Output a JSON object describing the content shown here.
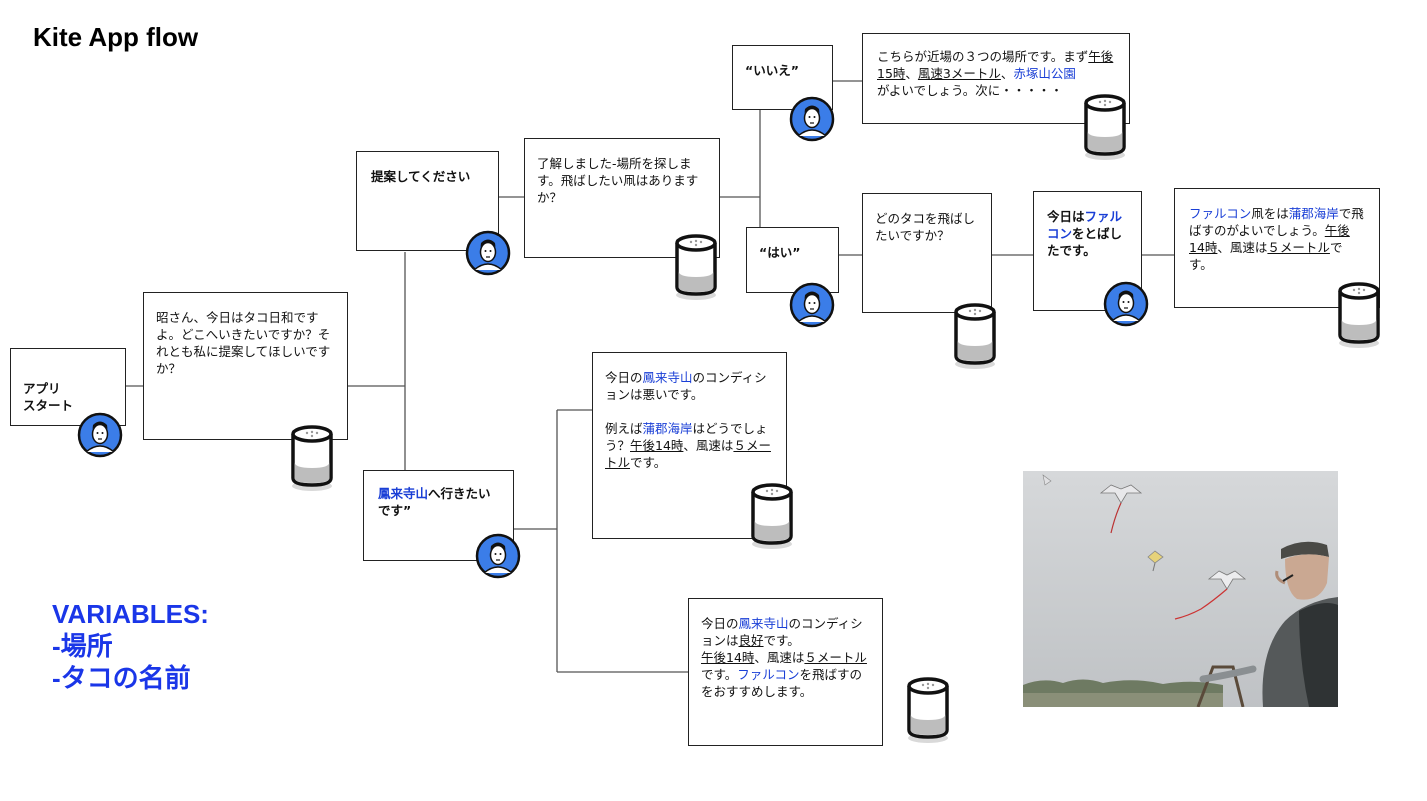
{
  "title": "Kite App flow",
  "variables": {
    "heading": "VARIABLES:",
    "items": [
      "-場所",
      "-タコの名前"
    ]
  },
  "nodes": {
    "app_start": {
      "text": "アプリ\nスタート"
    },
    "greeting": {
      "text": "昭さん、今日はタコ日和ですよ。どこへいきたいですか？それとも私に提案してほしいですか？"
    },
    "suggest": {
      "text": "提案してください"
    },
    "want_go": {
      "place": "鳳来寺山",
      "rest": "へ行きたいです”"
    },
    "searching": {
      "text": "了解しました-場所を探します。飛ばしたい凧はありますか？"
    },
    "no": {
      "text": "“いいえ”"
    },
    "nearby": {
      "pre": "こちらが近場の３つの場所です。まず",
      "time": "午後15時",
      "sep1": "、",
      "wind": "風速3メートル",
      "sep2": "、",
      "place": "赤塚山公園",
      "post": "がよいでしょう。次に・・・・・"
    },
    "yes": {
      "text": "“はい”"
    },
    "which_kite": {
      "text": "どのタコを飛ばしたいですか？"
    },
    "falcon": {
      "pre": "今日は",
      "kite": "ファルコン",
      "post": "をとばしたです。"
    },
    "recommend": {
      "kite": "ファルコン",
      "p1": "凧をは",
      "place": "蒲郡海岸",
      "p2": "で飛ばすのがよいでしょう。",
      "time": "午後14時",
      "p3": "、風速は",
      "wind": "５メートル",
      "p4": "です。"
    },
    "bad": {
      "p1": "今日の",
      "place": "鳳来寺山",
      "p2": "のコンディションは悪いです。",
      "p3": "例えば",
      "place2": "蒲郡海岸",
      "p4": "はどうでしょう？",
      "time": "午後14時",
      "p5": "、風速は",
      "wind": "５メートル",
      "p6": "です。"
    },
    "good": {
      "p1": "今日の",
      "place": "鳳来寺山",
      "p2": "のコンディションは",
      "cond": "良好",
      "p3": "です。",
      "time": "午後14時",
      "p4": "、風速は",
      "wind": "５メートル",
      "p5": "です。",
      "kite": "ファルコン",
      "p6": "を飛ばすのをおすすめします。"
    }
  },
  "colors": {
    "accent": "#1a36e8",
    "avatar_bg": "#3b7de8",
    "line": "#555555",
    "border": "#222222"
  },
  "icons": {
    "user": "user-avatar-icon",
    "assistant": "smart-speaker-icon"
  },
  "photo": {
    "subject": "kite-flyer-photo"
  }
}
